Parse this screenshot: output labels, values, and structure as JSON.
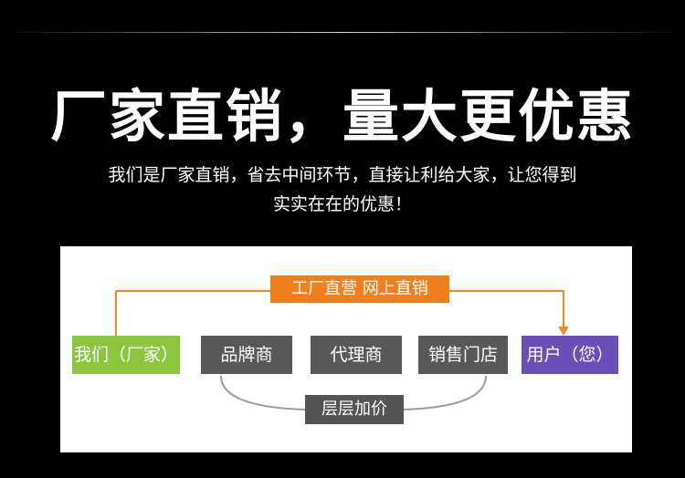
{
  "headline": "厂家直销，量大更优惠",
  "subtext": {
    "line1": "我们是厂家直销，省去中间环节，直接让利给大家，让您得到",
    "line2": "实实在在的优惠！"
  },
  "diagram": {
    "banner": "工厂直营 网上直销",
    "nodes": [
      {
        "label": "我们（厂家）",
        "color": "#8cc63f"
      },
      {
        "label": "品牌商",
        "color": "#595959"
      },
      {
        "label": "代理商",
        "color": "#595959"
      },
      {
        "label": "销售门店",
        "color": "#595959"
      },
      {
        "label": "用户（您）",
        "color": "#6a4fb8"
      }
    ],
    "layer_label": "层层加价",
    "colors": {
      "banner": "#f07f1f",
      "direct_line": "#f08a2a",
      "curve_line": "#999999",
      "layer_tag": "#555555"
    }
  }
}
